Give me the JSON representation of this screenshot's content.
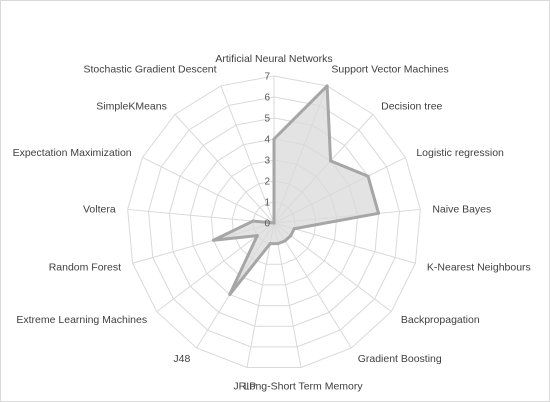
{
  "chart_data": {
    "type": "radar",
    "categories": [
      "Artificial Neural Networks",
      "Support Vector Machines",
      "Decision tree",
      "Logistic regression",
      "Naive Bayes",
      "K-Nearest Neighbours",
      "Backpropagation",
      "Gradient Boosting",
      "Long-Short Term Memory",
      "JRIP",
      "J48",
      "Extreme Learning Machines",
      "Random Forest",
      "Voltera",
      "Expectation Maximization",
      "SimpleKMeans",
      "Stochastic Gradient Descent"
    ],
    "values": [
      4,
      7,
      4,
      5,
      5,
      1,
      1,
      1,
      1,
      1,
      4,
      1,
      3,
      1,
      0,
      0,
      0
    ],
    "rlim": [
      0,
      7
    ],
    "ticks": [
      "0",
      "1",
      "2",
      "3",
      "4",
      "5",
      "6",
      "7"
    ],
    "grid": true,
    "colors": {
      "fill": "#d9d9d9",
      "line": "#a6a6a6",
      "grid": "#d9d9d9",
      "text": "#404040"
    }
  }
}
